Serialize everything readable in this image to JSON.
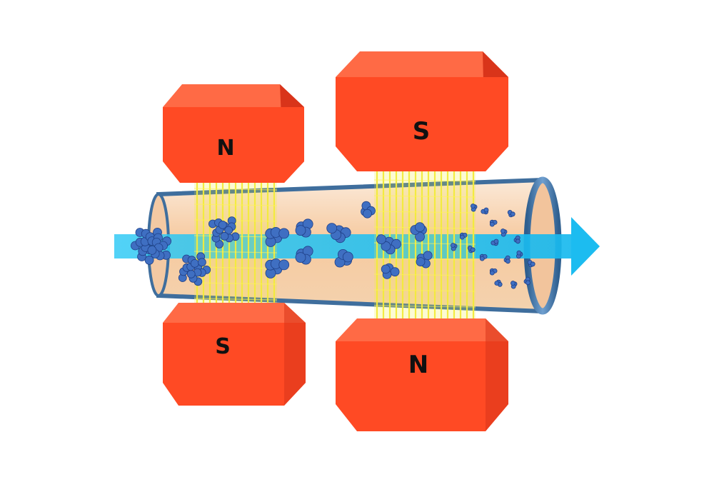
{
  "magnets": [
    {
      "id": "left-top",
      "label": "N"
    },
    {
      "id": "left-bottom",
      "label": "S"
    },
    {
      "id": "right-top",
      "label": "S"
    },
    {
      "id": "right-bottom",
      "label": "N"
    }
  ],
  "colors": {
    "magnet_front": "#ff4a24",
    "magnet_top": "#ff6a45",
    "magnet_side": "#d9341a",
    "field_lines": "#f3ec3a",
    "flow_arrow": "#27c6f3",
    "pipe_rim": "#4a79a8",
    "pipe_inner": "#f7d5b2",
    "particles": "#3f6fc2"
  }
}
